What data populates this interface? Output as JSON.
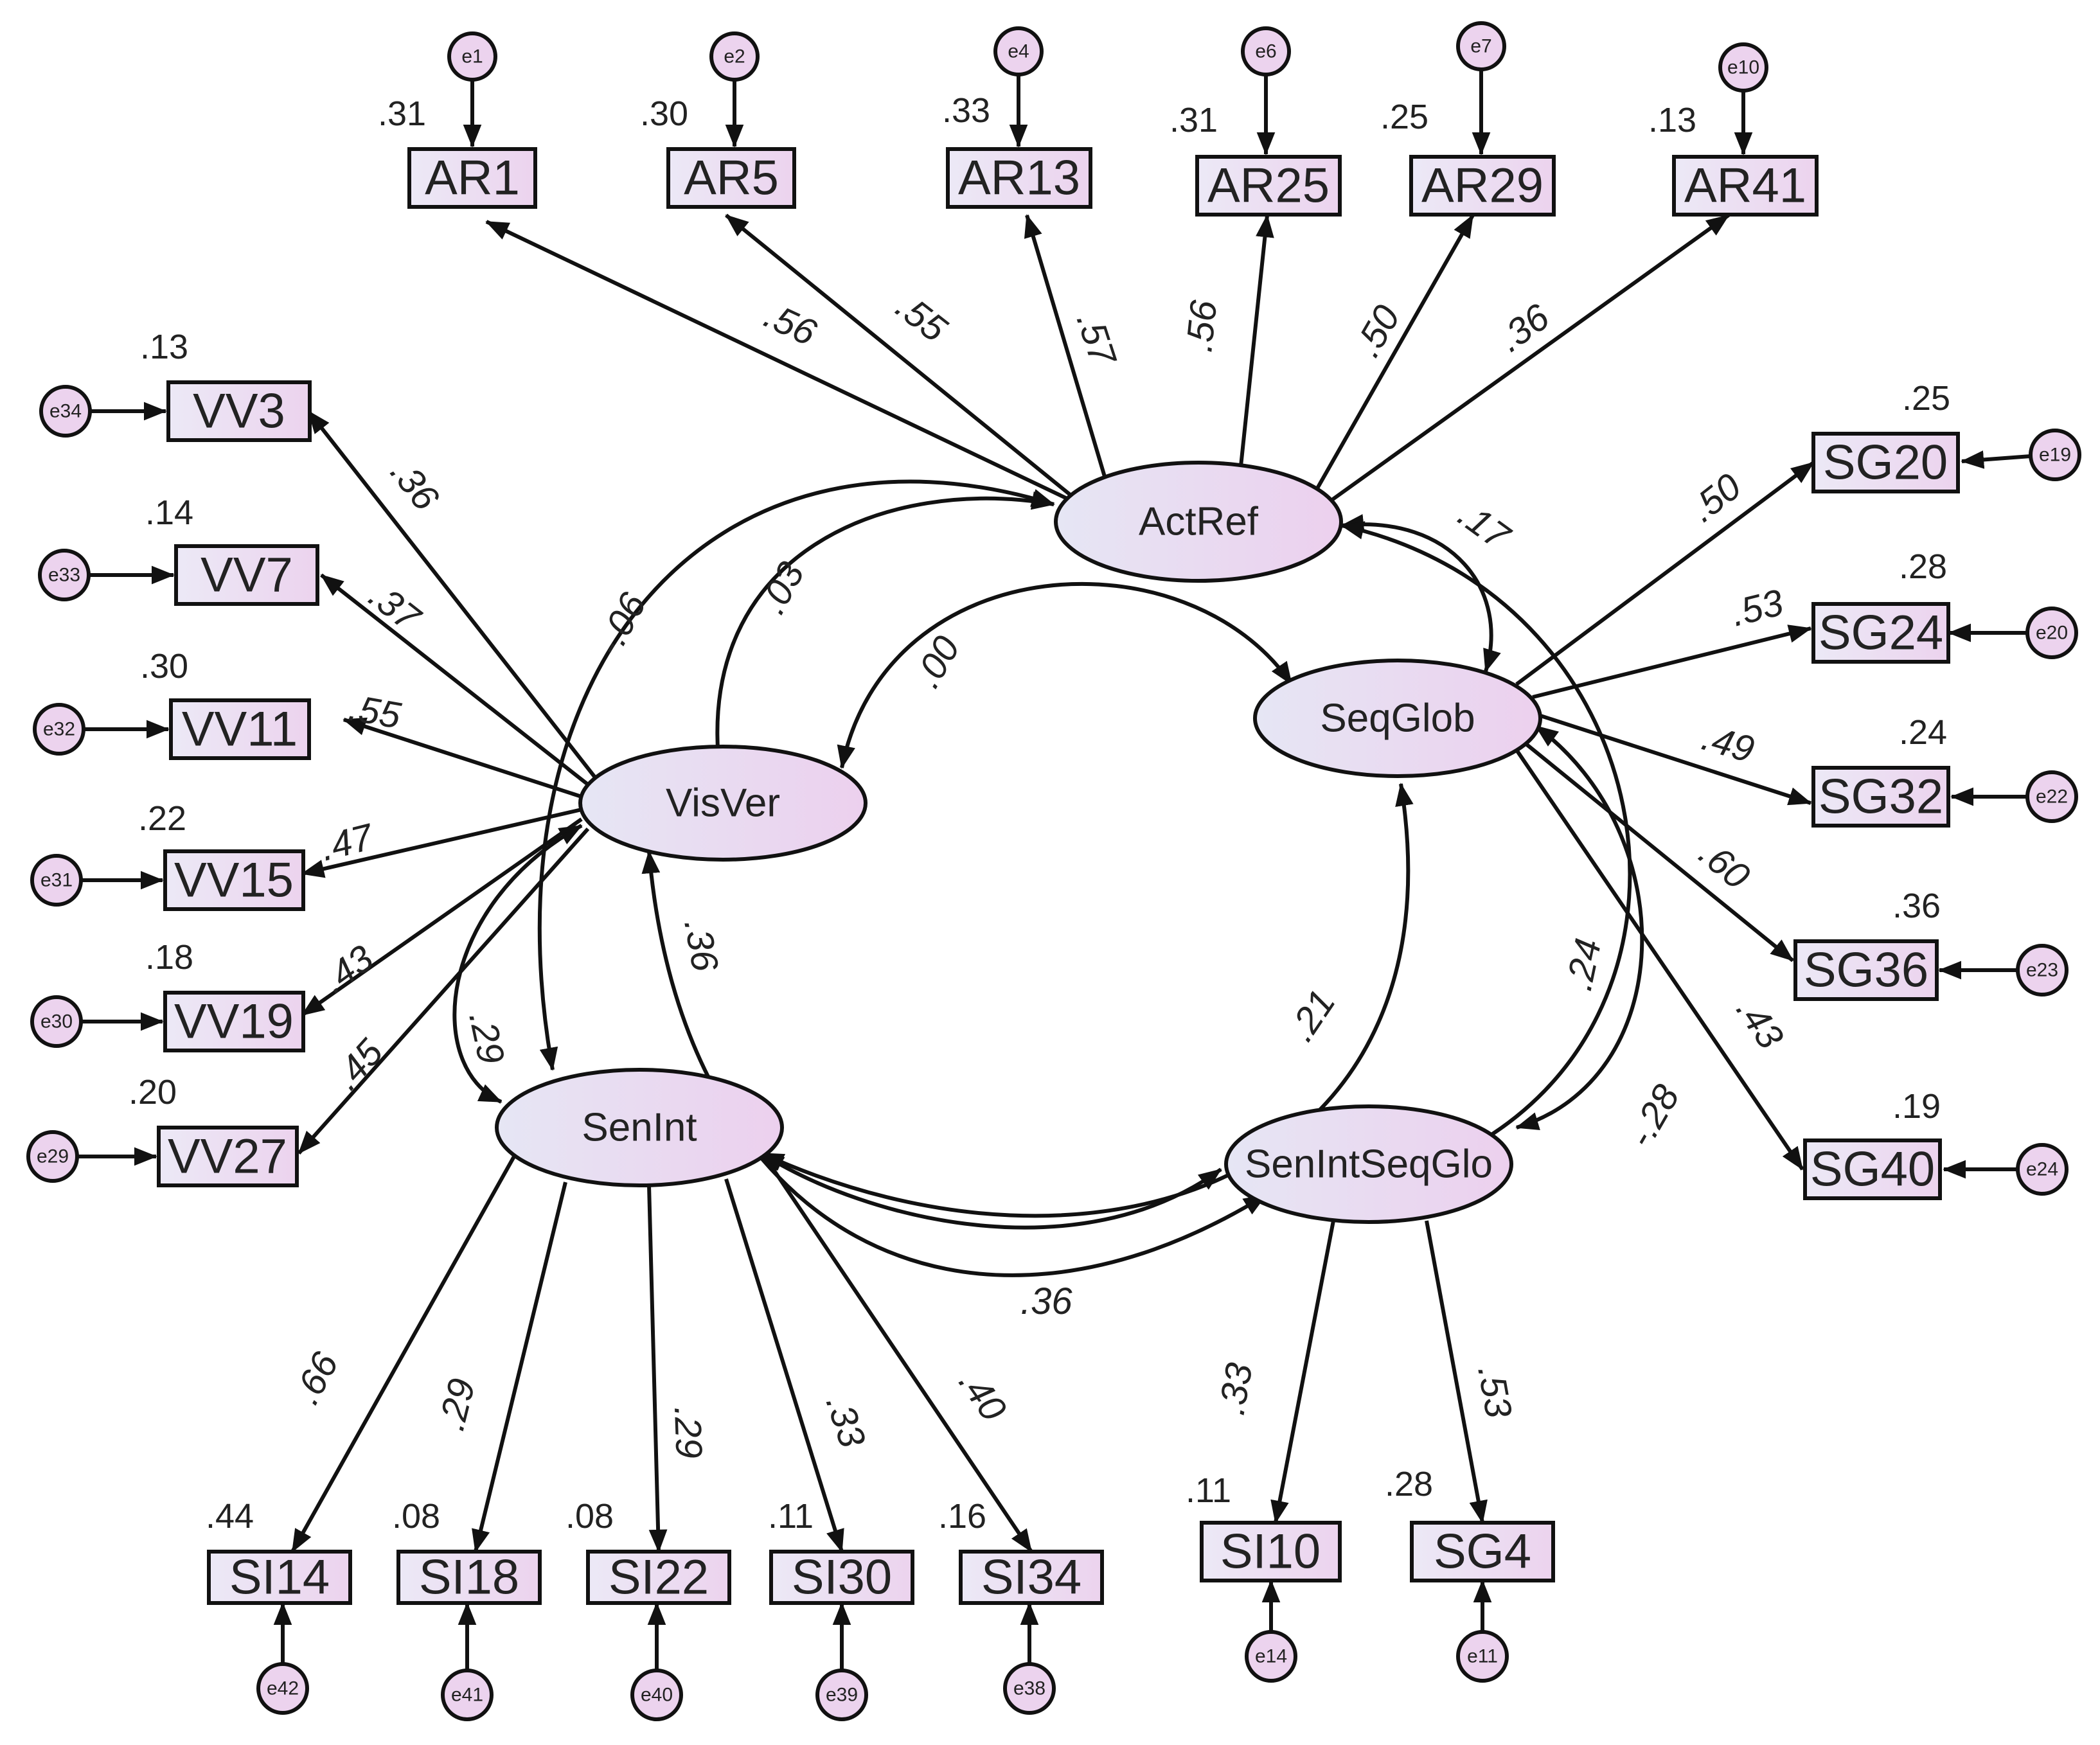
{
  "colors": {
    "fill_light": "#ece9f6",
    "fill_pink": "#ecd3ee",
    "stroke": "#111111",
    "text": "#222222"
  },
  "latents": {
    "ActRef": "ActRef",
    "VisVer": "VisVer",
    "SeqGlob": "SeqGlob",
    "SenInt": "SenInt",
    "SenIntSeqGlo": "SenIntSeqGlo"
  },
  "indicators": {
    "AR1": {
      "label": "AR1",
      "r2": ".31",
      "error": "e1",
      "loading": ".56"
    },
    "AR5": {
      "label": "AR5",
      "r2": ".30",
      "error": "e2",
      "loading": ".55"
    },
    "AR13": {
      "label": "AR13",
      "r2": ".33",
      "error": "e4",
      "loading": ".57"
    },
    "AR25": {
      "label": "AR25",
      "r2": ".31",
      "error": "e6",
      "loading": ".56"
    },
    "AR29": {
      "label": "AR29",
      "r2": ".25",
      "error": "e7",
      "loading": ".50"
    },
    "AR41": {
      "label": "AR41",
      "r2": ".13",
      "error": "e10",
      "loading": ".36"
    },
    "VV3": {
      "label": "VV3",
      "r2": ".13",
      "error": "e34",
      "loading": ".36"
    },
    "VV7": {
      "label": "VV7",
      "r2": ".14",
      "error": "e33",
      "loading": ".37"
    },
    "VV11": {
      "label": "VV11",
      "r2": ".30",
      "error": "e32",
      "loading": ".55"
    },
    "VV15": {
      "label": "VV15",
      "r2": ".22",
      "error": "e31",
      "loading": ".47"
    },
    "VV19": {
      "label": "VV19",
      "r2": ".18",
      "error": "e30",
      "loading": ".43"
    },
    "VV27": {
      "label": "VV27",
      "r2": ".20",
      "error": "e29",
      "loading": ".45"
    },
    "SG20": {
      "label": "SG20",
      "r2": ".25",
      "error": "e19",
      "loading": ".50"
    },
    "SG24": {
      "label": "SG24",
      "r2": ".28",
      "error": "e20",
      "loading": ".53"
    },
    "SG32": {
      "label": "SG32",
      "r2": ".24",
      "error": "e22",
      "loading": ".49"
    },
    "SG36": {
      "label": "SG36",
      "r2": ".36",
      "error": "e23",
      "loading": ".60"
    },
    "SG40": {
      "label": "SG40",
      "r2": ".19",
      "error": "e24",
      "loading": ".43"
    },
    "SI14": {
      "label": "SI14",
      "r2": ".44",
      "error": "e42",
      "loading": ".66"
    },
    "SI18": {
      "label": "SI18",
      "r2": ".08",
      "error": "e41",
      "loading": ".29"
    },
    "SI22": {
      "label": "SI22",
      "r2": ".08",
      "error": "e40",
      "loading": ".29"
    },
    "SI30": {
      "label": "SI30",
      "r2": ".11",
      "error": "e39",
      "loading": ".33"
    },
    "SI34": {
      "label": "SI34",
      "r2": ".16",
      "error": "e38",
      "loading": ".40"
    },
    "SI10": {
      "label": "SI10",
      "r2": ".11",
      "error": "e14",
      "loading": ".33"
    },
    "SG4": {
      "label": "SG4",
      "r2": ".28",
      "error": "e11",
      "loading": ".53"
    }
  },
  "correlations": {
    "ActRef_SeqGlob": ".17",
    "ActRef_VisVer": ".03",
    "ActRef_SenInt": "-.06",
    "ActRef_SenIntSeqGlo": "-.28",
    "VisVer_SeqGlob": ".00",
    "VisVer_SenInt": ".29",
    "VisVer_SenIntSeqGlo": ".36",
    "SeqGlob_SenInt": ".21",
    "SeqGlob_SenIntSeqGlo": ".24",
    "SenInt_SenIntSeqGlo": ".36"
  }
}
